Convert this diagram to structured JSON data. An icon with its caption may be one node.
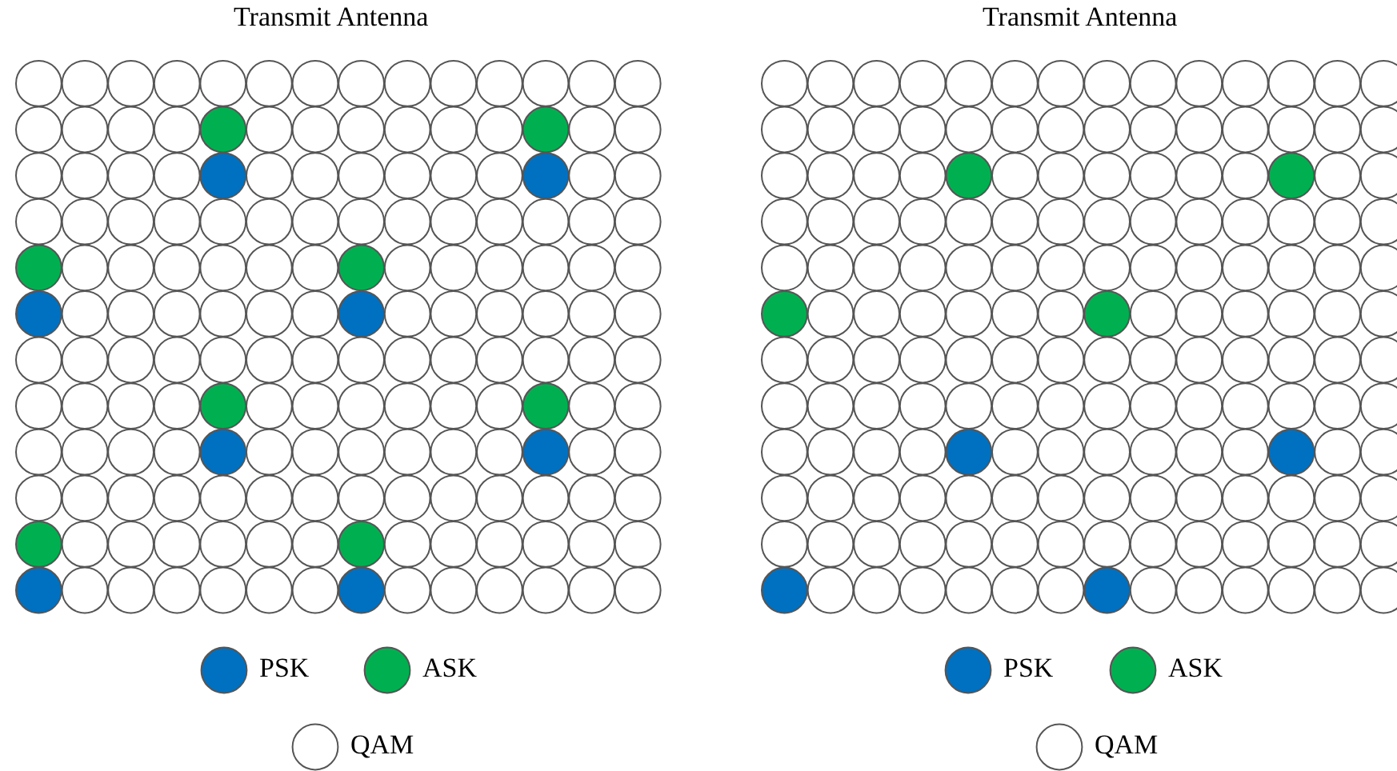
{
  "diagram": {
    "labels": [
      "Transmit Antenna",
      "Transmit Antenna"
    ],
    "legend": [
      {
        "text": "PSK",
        "color": "#0070c0"
      },
      {
        "text": "ASK",
        "color": "#00b050"
      },
      {
        "text": "QAM",
        "color": "#ffffff"
      },
      {
        "text": "PSK",
        "color": "#0070c0"
      },
      {
        "text": "ASK",
        "color": "#00b050"
      },
      {
        "text": "QAM",
        "color": "#ffffff"
      }
    ]
  }
}
